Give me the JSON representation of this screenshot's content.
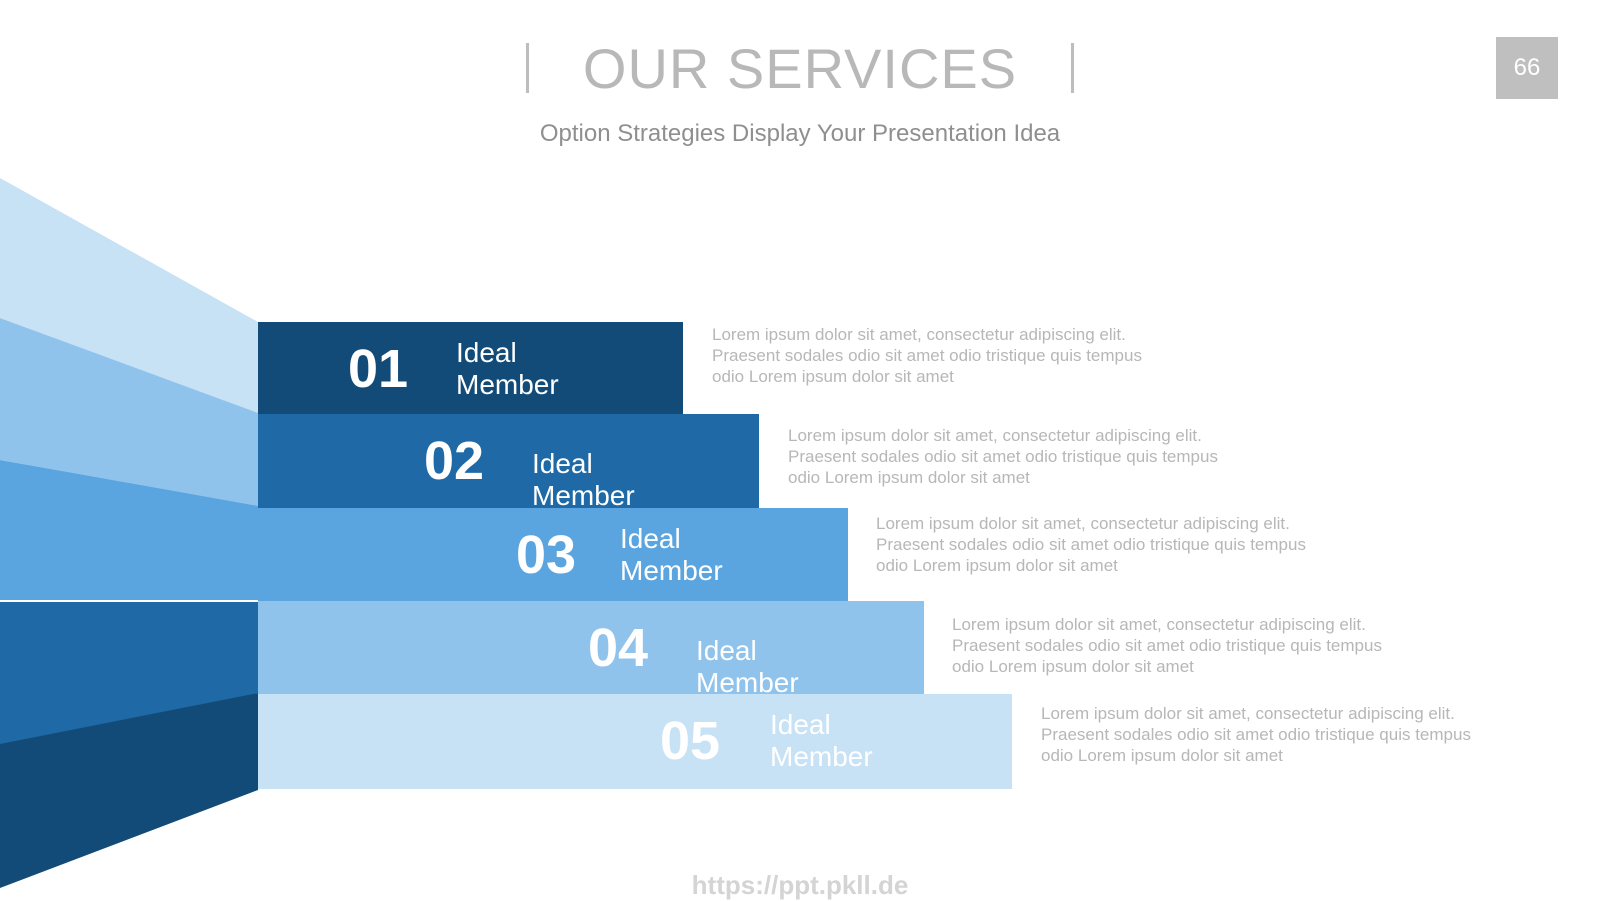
{
  "header": {
    "title": "OUR SERVICES",
    "subtitle": "Option Strategies Display Your Presentation Idea"
  },
  "page_number": "66",
  "colors": {
    "step_01": "#134b78",
    "step_02": "#1e69a6",
    "step_03": "#5aa5e0",
    "step_04": "#90c3ec",
    "step_05": "#c7e1f5"
  },
  "steps": [
    {
      "number": "01",
      "label": "Ideal Member",
      "desc": [
        "Lorem ipsum dolor sit amet, consectetur adipiscing elit.",
        "Praesent sodales odio sit amet odio tristique quis tempus",
        "odio Lorem ipsum dolor sit amet"
      ]
    },
    {
      "number": "02",
      "label": "Ideal Member",
      "desc": [
        "Lorem ipsum dolor sit amet, consectetur adipiscing elit.",
        "Praesent sodales odio sit amet odio tristique quis tempus",
        "odio Lorem ipsum dolor sit amet"
      ]
    },
    {
      "number": "03",
      "label": "Ideal Member",
      "desc": [
        "Lorem ipsum dolor sit amet, consectetur adipiscing elit.",
        "Praesent sodales odio sit amet odio tristique quis tempus",
        "odio Lorem ipsum dolor sit amet"
      ]
    },
    {
      "number": "04",
      "label": "Ideal Member",
      "desc": [
        "Lorem ipsum dolor sit amet, consectetur adipiscing elit.",
        "Praesent sodales odio sit amet odio tristique quis tempus",
        "odio Lorem ipsum dolor sit amet"
      ]
    },
    {
      "number": "05",
      "label": "Ideal Member",
      "desc": [
        "Lorem ipsum dolor sit amet, consectetur adipiscing elit.",
        "Praesent sodales odio sit amet odio tristique quis tempus",
        "odio Lorem ipsum dolor sit amet"
      ]
    }
  ],
  "watermark": "https://ppt.pkll.de"
}
